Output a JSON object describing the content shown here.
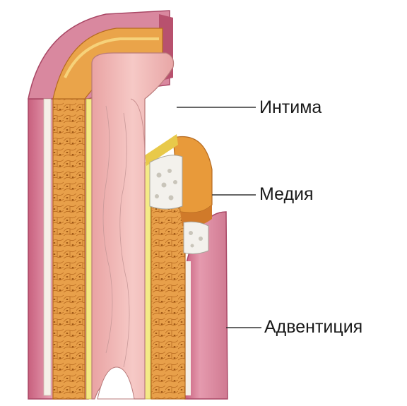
{
  "labels": {
    "intima": "Интима",
    "media": "Медия",
    "adventitia": "Адвентиция"
  },
  "colors": {
    "adventitia": "#d9889f",
    "adventitia_dark": "#b8516e",
    "media_orange": "#e59a3a",
    "media_light": "#f3c76a",
    "elastic_lamina": "#f4ea86",
    "intima": "#efb2b2",
    "lumen": "#ffffff",
    "leader_line": "#333333"
  }
}
